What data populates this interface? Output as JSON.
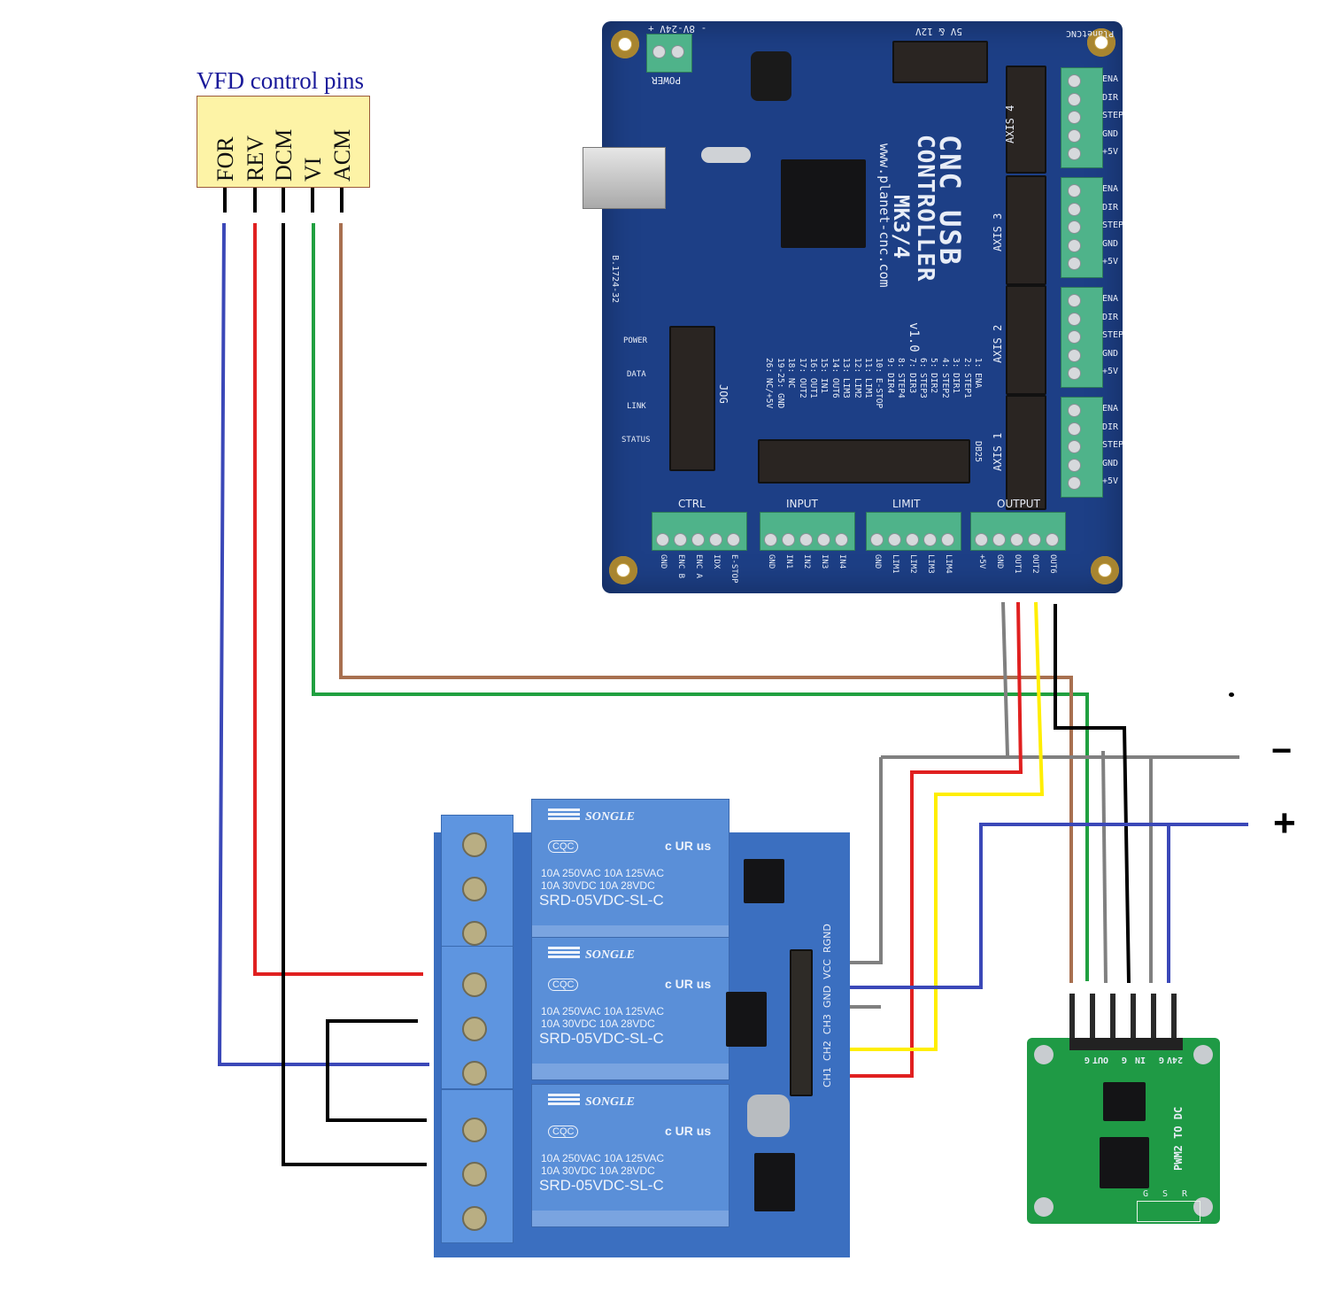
{
  "vfd": {
    "title": "VFD control pins",
    "pins": [
      "FOR",
      "REV",
      "DCM",
      "VI",
      "ACM"
    ],
    "wire_colors": [
      "#3b48b8",
      "#e02020",
      "#000000",
      "#20a040",
      "#a87050"
    ]
  },
  "cnc_board": {
    "title_line1": "CNC USB",
    "title_line2": "CONTROLLER",
    "model": "MK3/4",
    "version": "v1.0",
    "website": "www.planet-cnc.com",
    "brand": "PlanetCNC",
    "power_label": "POWER",
    "power_voltage": "- 8V-24V +",
    "aux_header": "5V & 12V",
    "board_id": "B.1724-32",
    "leds": [
      "POWER",
      "DATA",
      "LINK",
      "STATUS"
    ],
    "jog_label": "JOG",
    "db25_label": "DB25",
    "axis_headers": [
      "AXIS 4",
      "AXIS 3",
      "AXIS 2",
      "AXIS 1"
    ],
    "axis_terminal_labels": [
      "ENA",
      "DIR",
      "STEP",
      "GND",
      "+5V"
    ],
    "db25_pinout": [
      "1: ENA",
      "2: STEP1",
      "3: DIR1",
      "4: STEP2",
      "5: DIR2",
      "6: STEP3",
      "7: DIR3",
      "8: STEP4",
      "9: DIR4",
      "10: E-STOP",
      "11: LIM1",
      "12: LIM2",
      "13: LIM3",
      "14: OUT6",
      "15: IN1",
      "16: OUT1",
      "17: OUT2",
      "18: NC",
      "19-25: GND",
      "26: NC/+5V"
    ],
    "terminal_groups": [
      {
        "name": "CTRL",
        "pins": [
          "GND",
          "ENC B",
          "ENC A",
          "IDX",
          "E-STOP"
        ]
      },
      {
        "name": "INPUT",
        "pins": [
          "GND",
          "IN1",
          "IN2",
          "IN3",
          "IN4"
        ]
      },
      {
        "name": "LIMIT",
        "pins": [
          "GND",
          "LIM1",
          "LIM2",
          "LIM3",
          "LIM4"
        ]
      },
      {
        "name": "OUTPUT",
        "pins": [
          "+5V",
          "GND",
          "OUT1",
          "OUT2",
          "OUT6"
        ]
      }
    ]
  },
  "relay_board": {
    "relays": [
      {
        "brand": "SONGLE",
        "rating1": "10A 250VAC  10A 125VAC",
        "rating2": "10A  30VDC  10A  28VDC",
        "model": "SRD-05VDC-SL-C"
      },
      {
        "brand": "SONGLE",
        "rating1": "10A 250VAC  10A 125VAC",
        "rating2": "10A  30VDC  10A  28VDC",
        "model": "SRD-05VDC-SL-C"
      },
      {
        "brand": "SONGLE",
        "rating1": "10A 250VAC  10A 125VAC",
        "rating2": "10A  30VDC  10A  28VDC",
        "model": "SRD-05VDC-SL-C"
      }
    ],
    "cert_marks": [
      "CQC",
      "c UR us"
    ],
    "header_pins": [
      "RGND",
      "VCC",
      "GND",
      "CH3",
      "CH2",
      "CH1"
    ]
  },
  "pwm_board": {
    "header_pins": [
      "G",
      "OUT",
      "G",
      "IN",
      "G",
      "24V"
    ],
    "title": "PWM2 TO DC",
    "bottom_pins": [
      "G",
      "S",
      "R"
    ]
  },
  "power_supply": {
    "minus_label": "−",
    "plus_label": "+"
  },
  "wire_colors": {
    "blue": "#3b48b8",
    "red": "#e02020",
    "black": "#000000",
    "green": "#20a040",
    "brown": "#a87050",
    "gray": "#808080",
    "yellow": "#ffee00"
  }
}
